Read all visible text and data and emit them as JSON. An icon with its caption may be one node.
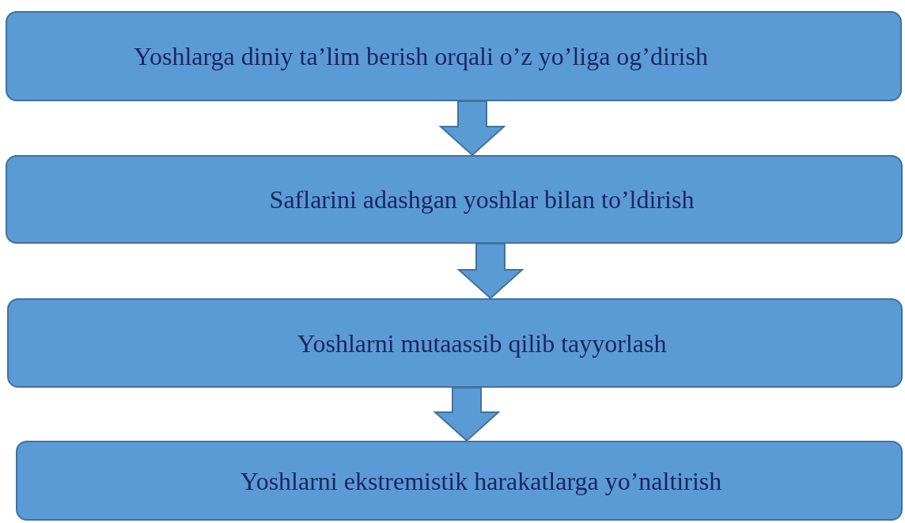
{
  "diagram": {
    "nodes": [
      {
        "text": [
          "Yoshlarga diniy ta’lim berish orqali o’z yo’liga og’dirish"
        ]
      },
      {
        "text": [
          "Saflarini adashgan yoshlar bilan to’ldirish"
        ]
      },
      {
        "text": [
          "Yoshlarni mutaassib qilib tayyorlash"
        ]
      },
      {
        "text": [
          "Yoshlarni ekstremistik harakatlarga yo’naltirish"
        ]
      }
    ],
    "edges": [
      {
        "from": 0,
        "to": 1,
        "arrow": "to"
      },
      {
        "from": 1,
        "to": 2,
        "arrow": "to"
      },
      {
        "from": 2,
        "to": 3,
        "arrow": "to"
      }
    ]
  }
}
